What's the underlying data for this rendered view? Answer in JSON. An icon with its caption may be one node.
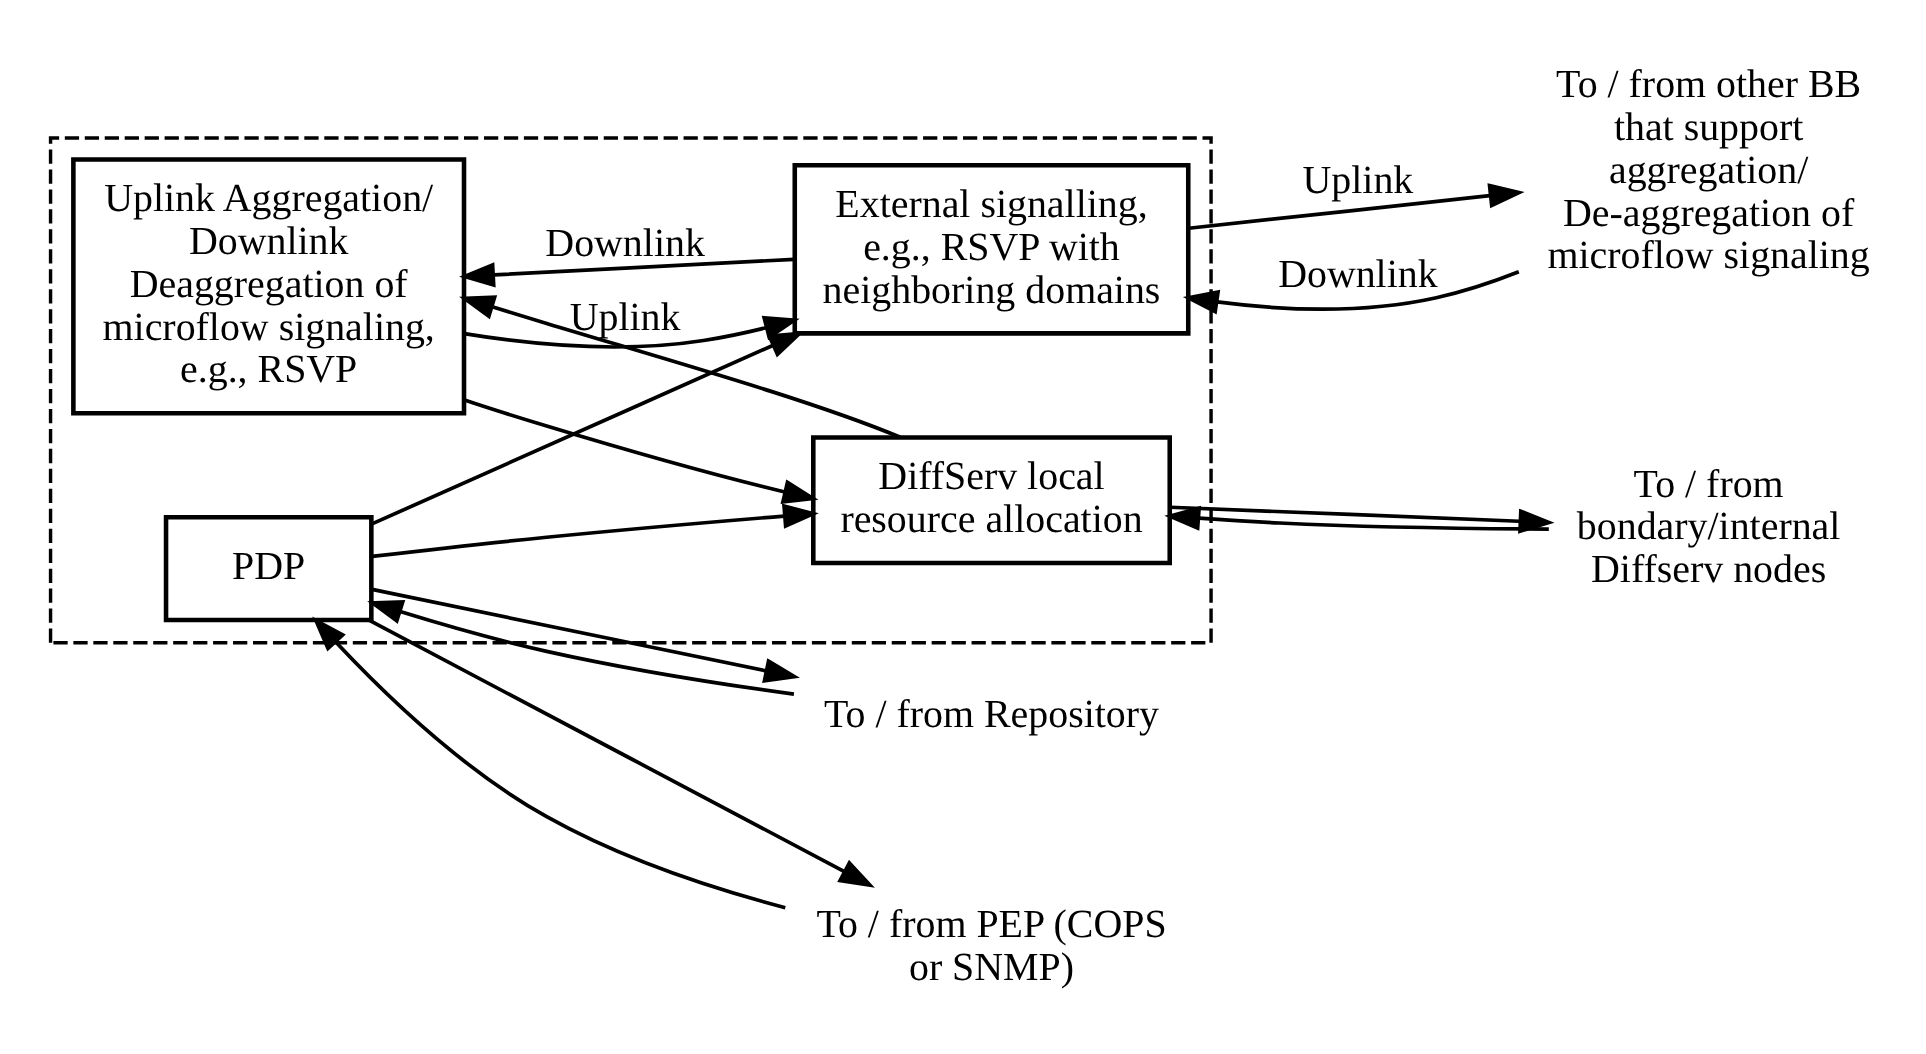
{
  "diagram": {
    "nodes": [
      {
        "text": [],
        "shape": "box"
      },
      {
        "text": [
          "Uplink Aggregation/ Downlink Deaggregation of microflow signaling, e.g., RSVP"
        ],
        "in": 0
      },
      {
        "text": [
          "External signalling, e.g., RSVP with neighboring domains"
        ],
        "in": 0
      },
      {
        "text": [
          "DiffServ local resource allocation"
        ],
        "in": 0
      },
      {
        "text": [
          "PDP"
        ],
        "in": 0
      },
      {
        "text": [
          "To / from other BB that support aggregation/ De-aggregation of microflow signaling"
        ]
      },
      {
        "text": [
          "To / from Repository"
        ]
      },
      {
        "text": [
          "To / from bondary/internal Diffserv nodes"
        ]
      },
      {
        "text": [
          "To / from PEP (COPS or SNMP)"
        ]
      }
    ],
    "edges": [
      {
        "from": 2,
        "to": 1,
        "arrow": "to",
        "label": "Downlink"
      },
      {
        "from": 1,
        "to": 2,
        "arrow": "to",
        "label": "Uplink"
      },
      {
        "from": 5,
        "to": 2,
        "arrow": "to",
        "label": "Downlink"
      },
      {
        "from": 2,
        "to": 5,
        "arrow": "to",
        "label": "Uplink"
      },
      {
        "from": 4,
        "to": 2,
        "arrow": "to"
      },
      {
        "from": 1,
        "to": 3,
        "arrow": "to"
      },
      {
        "from": 3,
        "to": 1,
        "arrow": "to"
      },
      {
        "from": 4,
        "to": 3,
        "arrow": "to"
      },
      {
        "from": 4,
        "to": 6,
        "arrow": "to"
      },
      {
        "from": 6,
        "to": 4,
        "arrow": "to"
      },
      {
        "from": 3,
        "to": 7,
        "arrow": "to"
      },
      {
        "from": 7,
        "to": 3,
        "arrow": "to"
      },
      {
        "from": 4,
        "to": 8,
        "arrow": "to"
      },
      {
        "from": 8,
        "to": 4,
        "arrow": "to"
      }
    ]
  }
}
